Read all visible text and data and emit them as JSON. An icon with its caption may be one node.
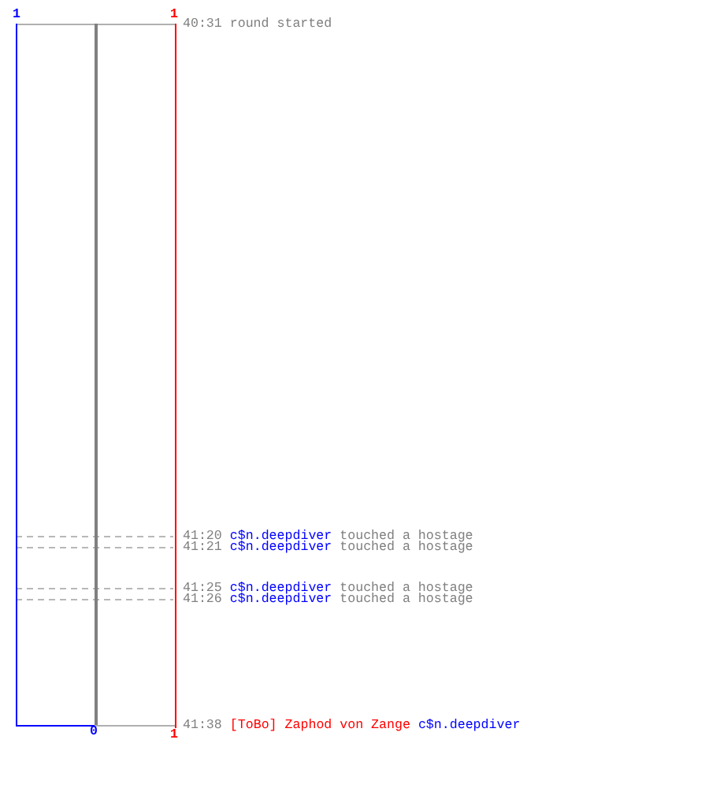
{
  "diagram": {
    "labels": [
      "1",
      "1",
      "40:31 round started",
      "41:20",
      "c$n.deepdiver",
      "touched a hostage",
      "41:21",
      "c$n.deepdiver",
      "touched a hostage",
      "41:25",
      "c$n.deepdiver",
      "touched a hostage",
      "41:26",
      "c$n.deepdiver",
      "touched a hostage",
      "0",
      "1",
      "41:38",
      "[ToBo]",
      "Zaphod von Zange",
      "c$n.deepdiver"
    ]
  }
}
